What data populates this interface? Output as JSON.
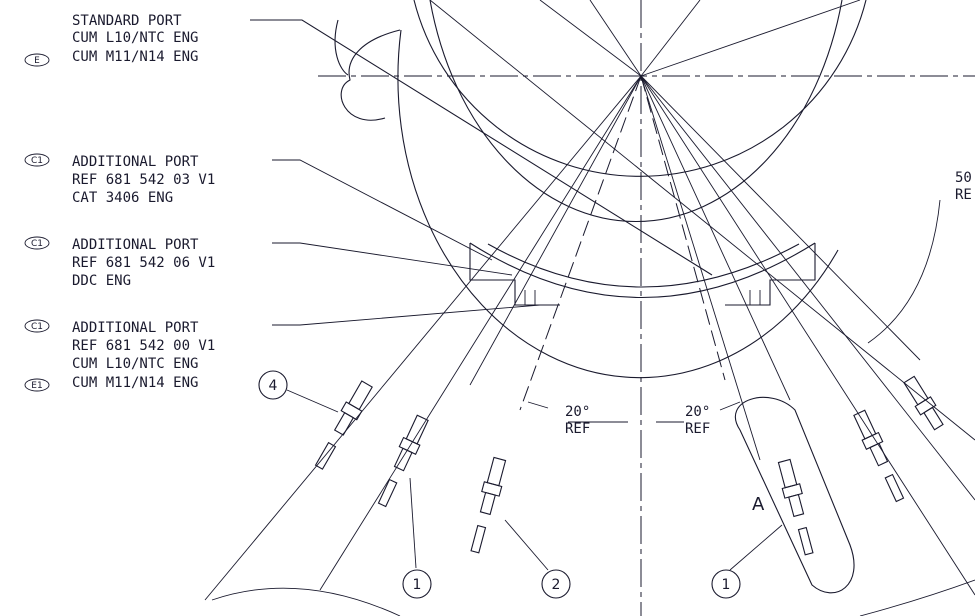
{
  "notes": [
    {
      "code": "E",
      "lines": [
        "STANDARD PORT",
        "CUM L10/NTC ENG",
        "CUM M11/N14 ENG"
      ]
    },
    {
      "code": "C1",
      "lines": [
        "ADDITIONAL PORT",
        "REF 681 542 03 V1",
        "CAT 3406 ENG"
      ]
    },
    {
      "code": "C1",
      "lines": [
        "ADDITIONAL PORT",
        "REF 681 542 06 V1",
        "DDC ENG"
      ]
    },
    {
      "code": "C1",
      "lines": [
        "ADDITIONAL PORT",
        "REF 681 542 00 V1",
        "CUM L10/NTC ENG",
        "CUM M11/N14 ENG"
      ]
    }
  ],
  "note4_extra_code": "E1",
  "dimensions": [
    {
      "value": "20°",
      "ref": "REF"
    },
    {
      "value": "20°",
      "ref": "REF"
    },
    {
      "value": "50",
      "ref": "RE"
    }
  ],
  "balloons": [
    "4",
    "1",
    "2",
    "1"
  ],
  "view_label": "A"
}
